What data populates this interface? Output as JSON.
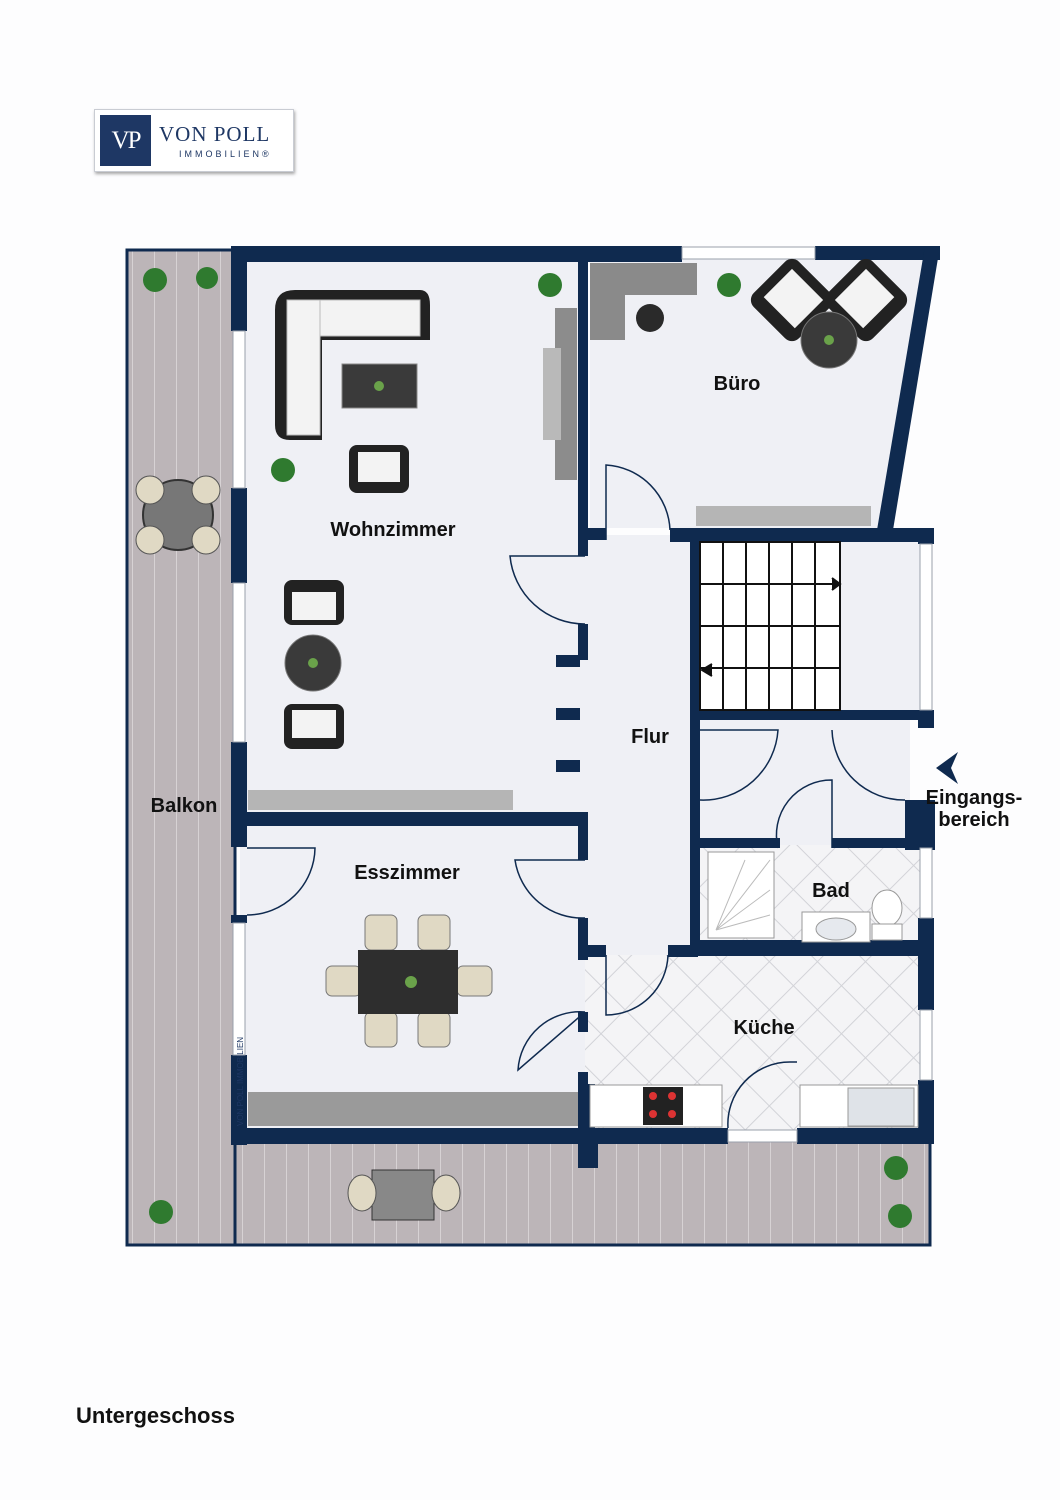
{
  "brand": {
    "monogram": "VP",
    "name": "VON POLL",
    "subtitle": "IMMOBILIEN®",
    "wall_watermark": "VON POLL IMMOBILIEN"
  },
  "rooms": {
    "wohnzimmer": "Wohnzimmer",
    "buero": "Büro",
    "flur": "Flur",
    "balkon": "Balkon",
    "esszimmer": "Esszimmer",
    "bad": "Bad",
    "kueche": "Küche",
    "eingang_line1": "Eingangs-",
    "eingang_line2": "bereich"
  },
  "floor_name": "Untergeschoss",
  "colors": {
    "wall": "#0f2a4f",
    "floor": "#eff0f5",
    "deck": "#b9b2b5",
    "brand": "#1e3764"
  }
}
